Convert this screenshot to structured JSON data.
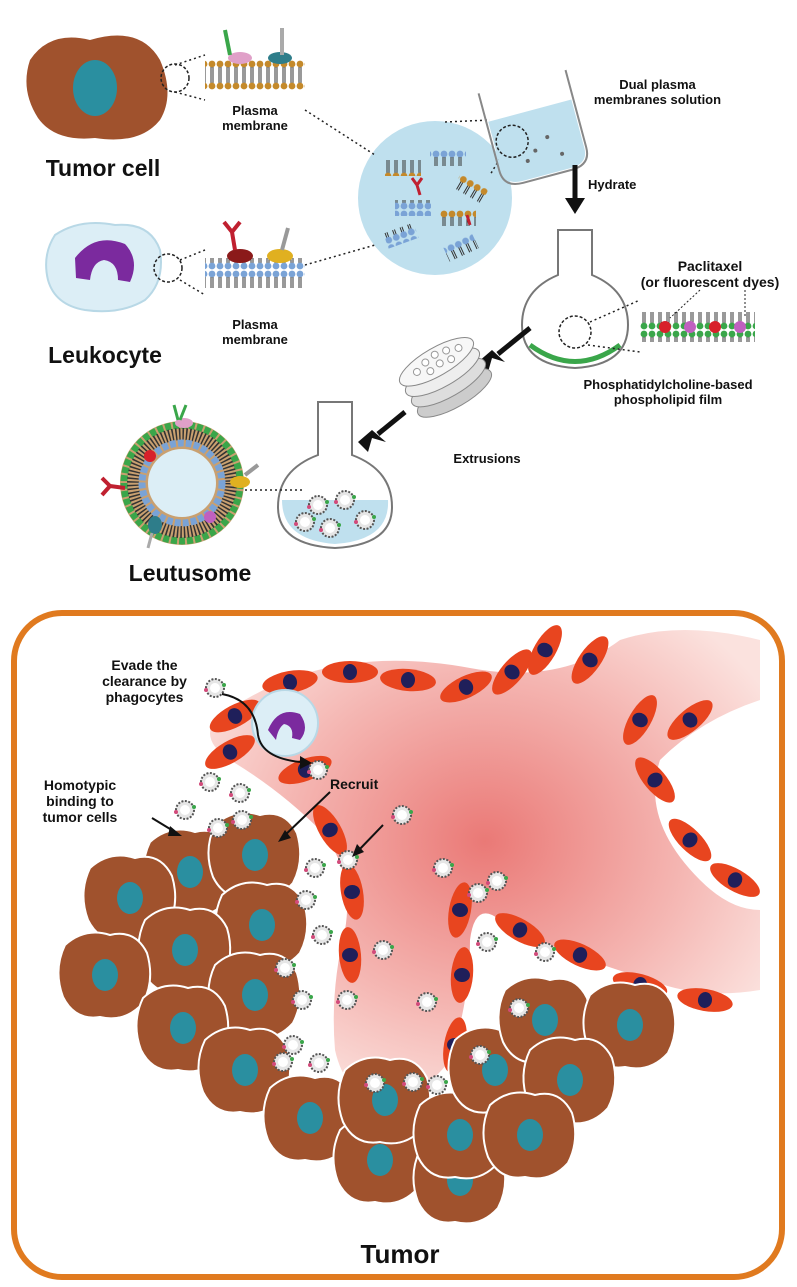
{
  "labels": {
    "tumor_cell": "Tumor cell",
    "leukocyte": "Leukocyte",
    "plasma_membrane_1": "Plasma\nmembrane",
    "plasma_membrane_2": "Plasma\nmembrane",
    "dual_solution": "Dual plasma\nmembranes solution",
    "hydrate": "Hydrate",
    "paclitaxel": "Paclitaxel\n(or fluorescent dyes)",
    "film": "Phosphatidylcholine-based\nphospholipid film",
    "extrusions": "Extrusions",
    "leutusome": "Leutusome",
    "evade": "Evade the\nclearance by\nphagocytes",
    "recruit": "Recruit",
    "homotypic": "Homotypic\nbinding to\ntumor cells",
    "tumor": "Tumor"
  },
  "colors": {
    "tumor_cell": "#a0522d",
    "tumor_nucleus": "#2a8fa0",
    "leukocyte_body": "#dceef6",
    "leukocyte_nucleus": "#7b2a9e",
    "vessel": "#f3b8b5",
    "endothelial": "#e8451f",
    "endothelial_nucleus": "#1f1f5a",
    "frame": "#e07a1f",
    "solution": "#bfe0ee"
  }
}
